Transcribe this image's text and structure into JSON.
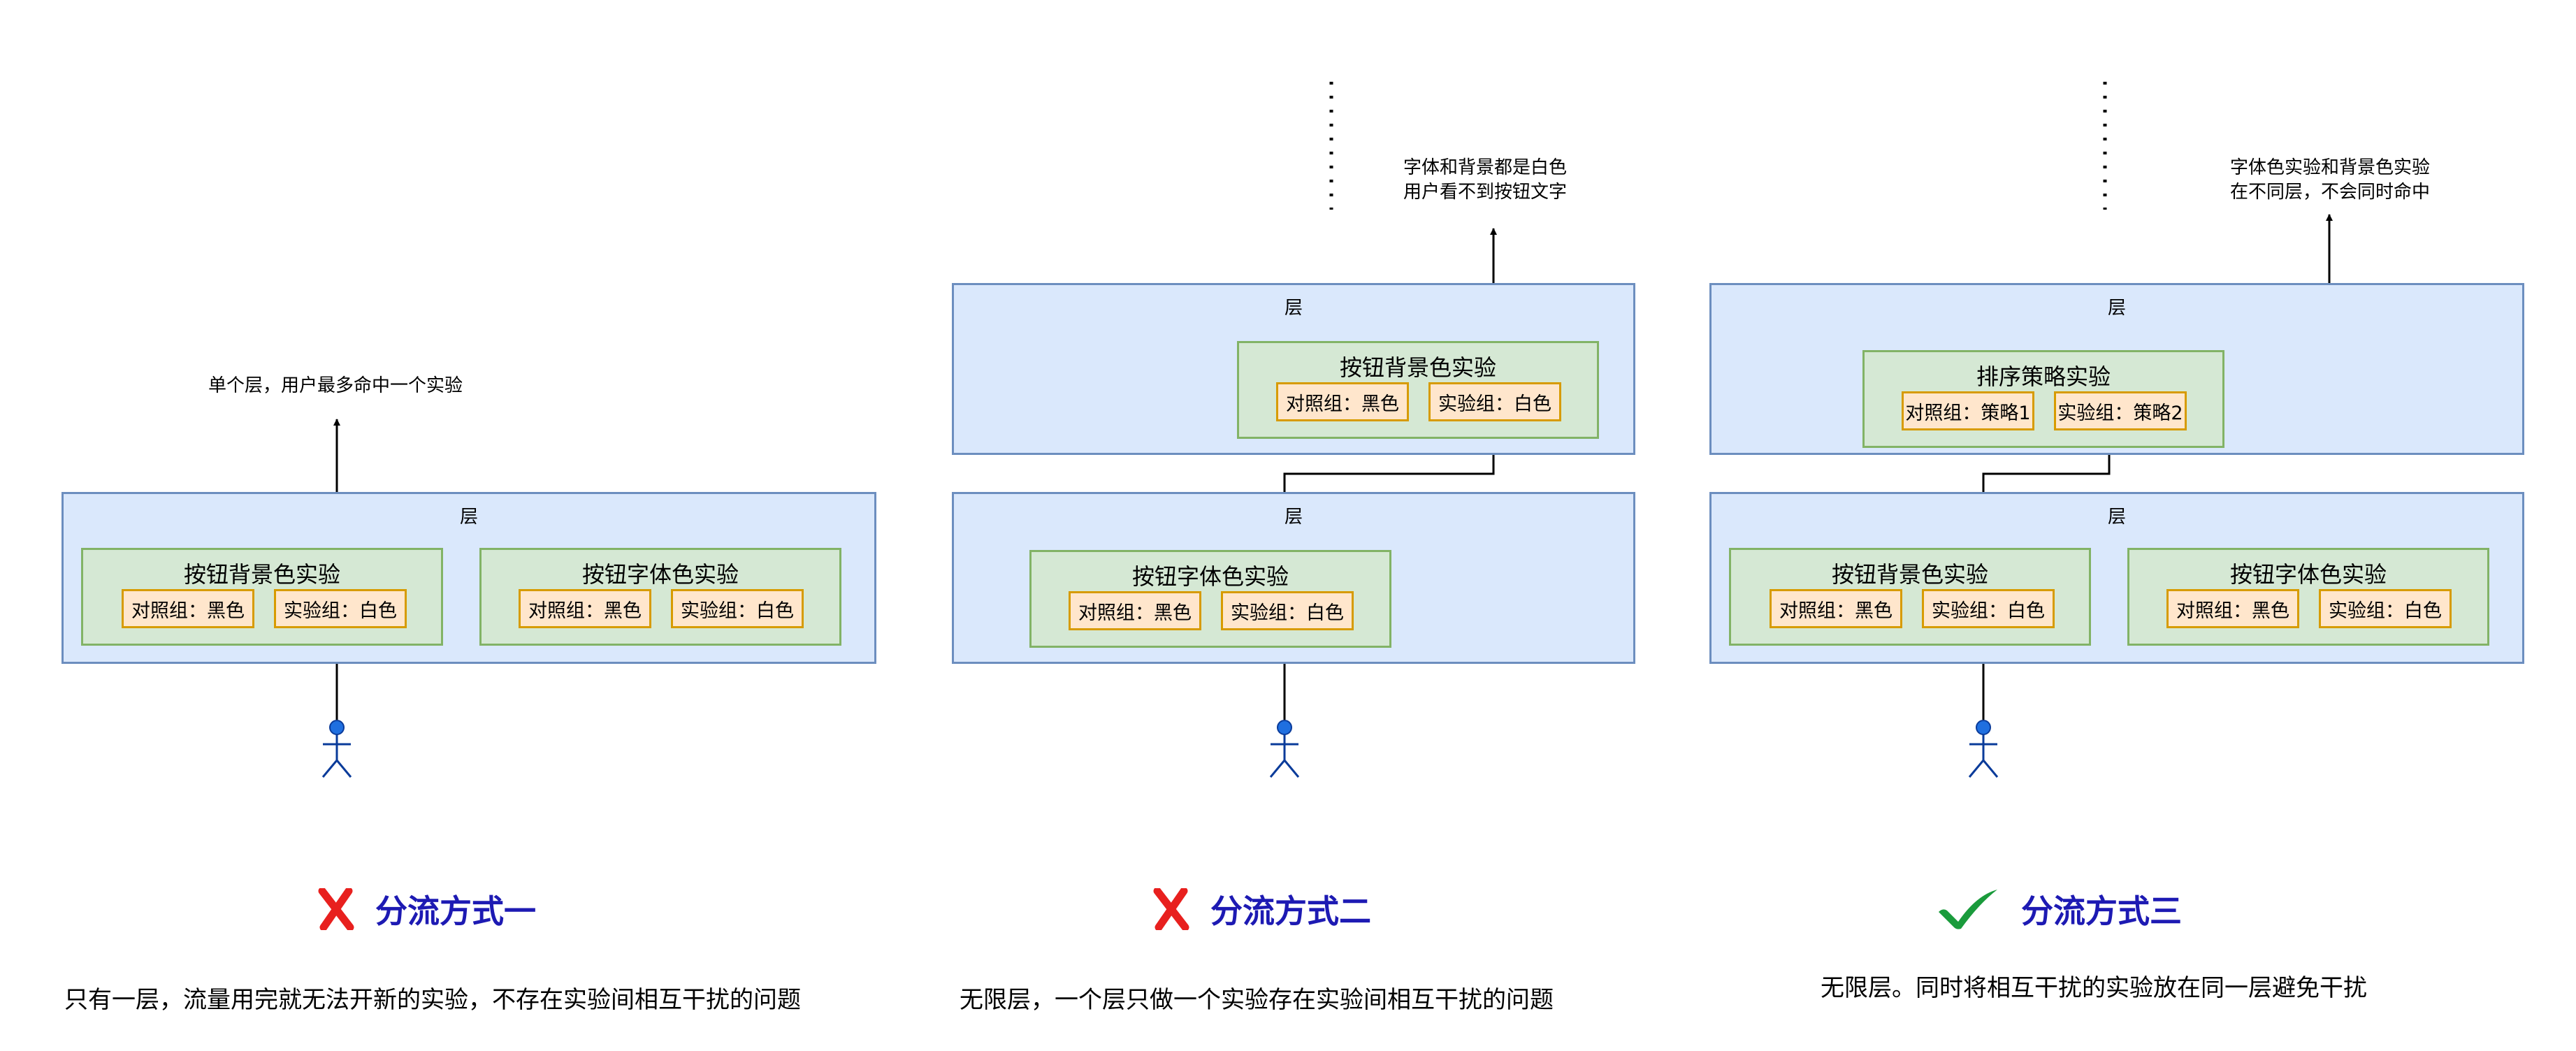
{
  "layer_label": "层",
  "marks": {
    "wrong_color": "#e8201e",
    "right_color": "#1a9b3c",
    "wrong_icon": "x-mark-icon",
    "right_icon": "check-mark-icon"
  },
  "d1": {
    "note": "单个层，用户最多命中一个实验",
    "exp_a": {
      "title": "按钮背景色实验",
      "control": "对照组：黑色",
      "treatment": "实验组：白色"
    },
    "exp_b": {
      "title": "按钮字体色实验",
      "control": "对照组：黑色",
      "treatment": "实验组：白色"
    },
    "method": "分流方式一",
    "desc": "只有一层，流量用完就无法开新的实验，不存在实验间相互干扰的问题"
  },
  "d2": {
    "note_line1": "字体和背景都是白色",
    "note_line2": "用户看不到按钮文字",
    "top_exp": {
      "title": "按钮背景色实验",
      "control": "对照组：黑色",
      "treatment": "实验组：白色"
    },
    "bottom_exp": {
      "title": "按钮字体色实验",
      "control": "对照组：黑色",
      "treatment": "实验组：白色"
    },
    "method": "分流方式二",
    "desc": "无限层，一个层只做一个实验存在实验间相互干扰的问题"
  },
  "d3": {
    "note_line1": "字体色实验和背景色实验",
    "note_line2": "在不同层，不会同时命中",
    "top_exp": {
      "title": "排序策略实验",
      "control": "对照组：策略1",
      "treatment": "实验组：策略2"
    },
    "exp_a": {
      "title": "按钮背景色实验",
      "control": "对照组：黑色",
      "treatment": "实验组：白色"
    },
    "exp_b": {
      "title": "按钮字体色实验",
      "control": "对照组：黑色",
      "treatment": "实验组：白色"
    },
    "method": "分流方式三",
    "desc": "无限层。同时将相互干扰的实验放在同一层避免干扰"
  }
}
